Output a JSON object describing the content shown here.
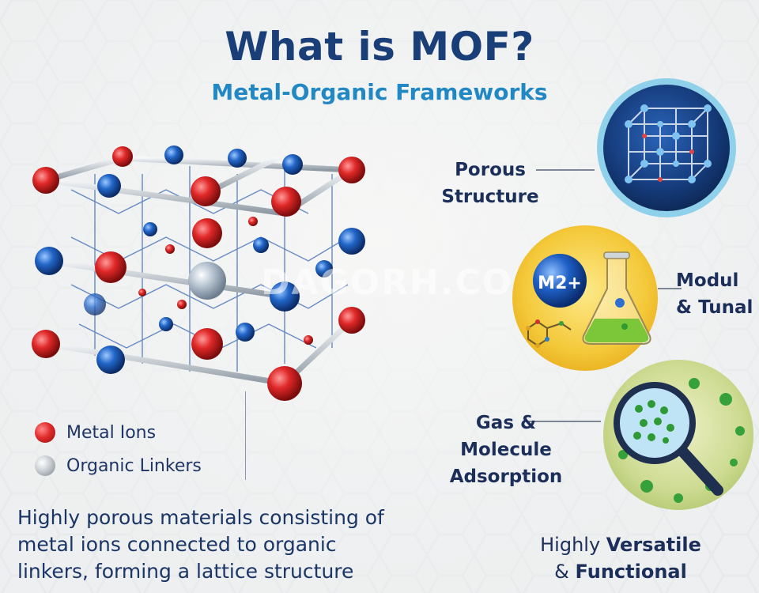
{
  "header": {
    "title": "What is MOF?",
    "subtitle": "Metal-Organic Frameworks"
  },
  "legend": {
    "metal_ions": "Metal Ions",
    "organic_linkers": "Organic Linkers"
  },
  "description": "Highly porous materials consisting of metal ions connected to organic linkers, forming a lattice structure",
  "features": {
    "porous": [
      "Porous",
      "Structure"
    ],
    "modular": [
      "Modul",
      "& Tunal"
    ],
    "gas": [
      "Gas &",
      "Molecule",
      "Adsorption"
    ]
  },
  "metal_ion_badge": "M2+",
  "versatile": {
    "prefix": "Highly",
    "bold1": "Versatile",
    "amp": "&",
    "bold2": "Functional"
  },
  "watermark": "DAGORH.COM",
  "colors": {
    "title": "#1a3f78",
    "subtitle": "#2288c4",
    "metal_ion": "#e12b2b",
    "node_blue": "#1f64c0",
    "linker_grey": "#c8cdd2",
    "yellow_circle": "#f2c531",
    "green_circle": "#c9d98a",
    "navy_circle": "#1a3c78"
  }
}
